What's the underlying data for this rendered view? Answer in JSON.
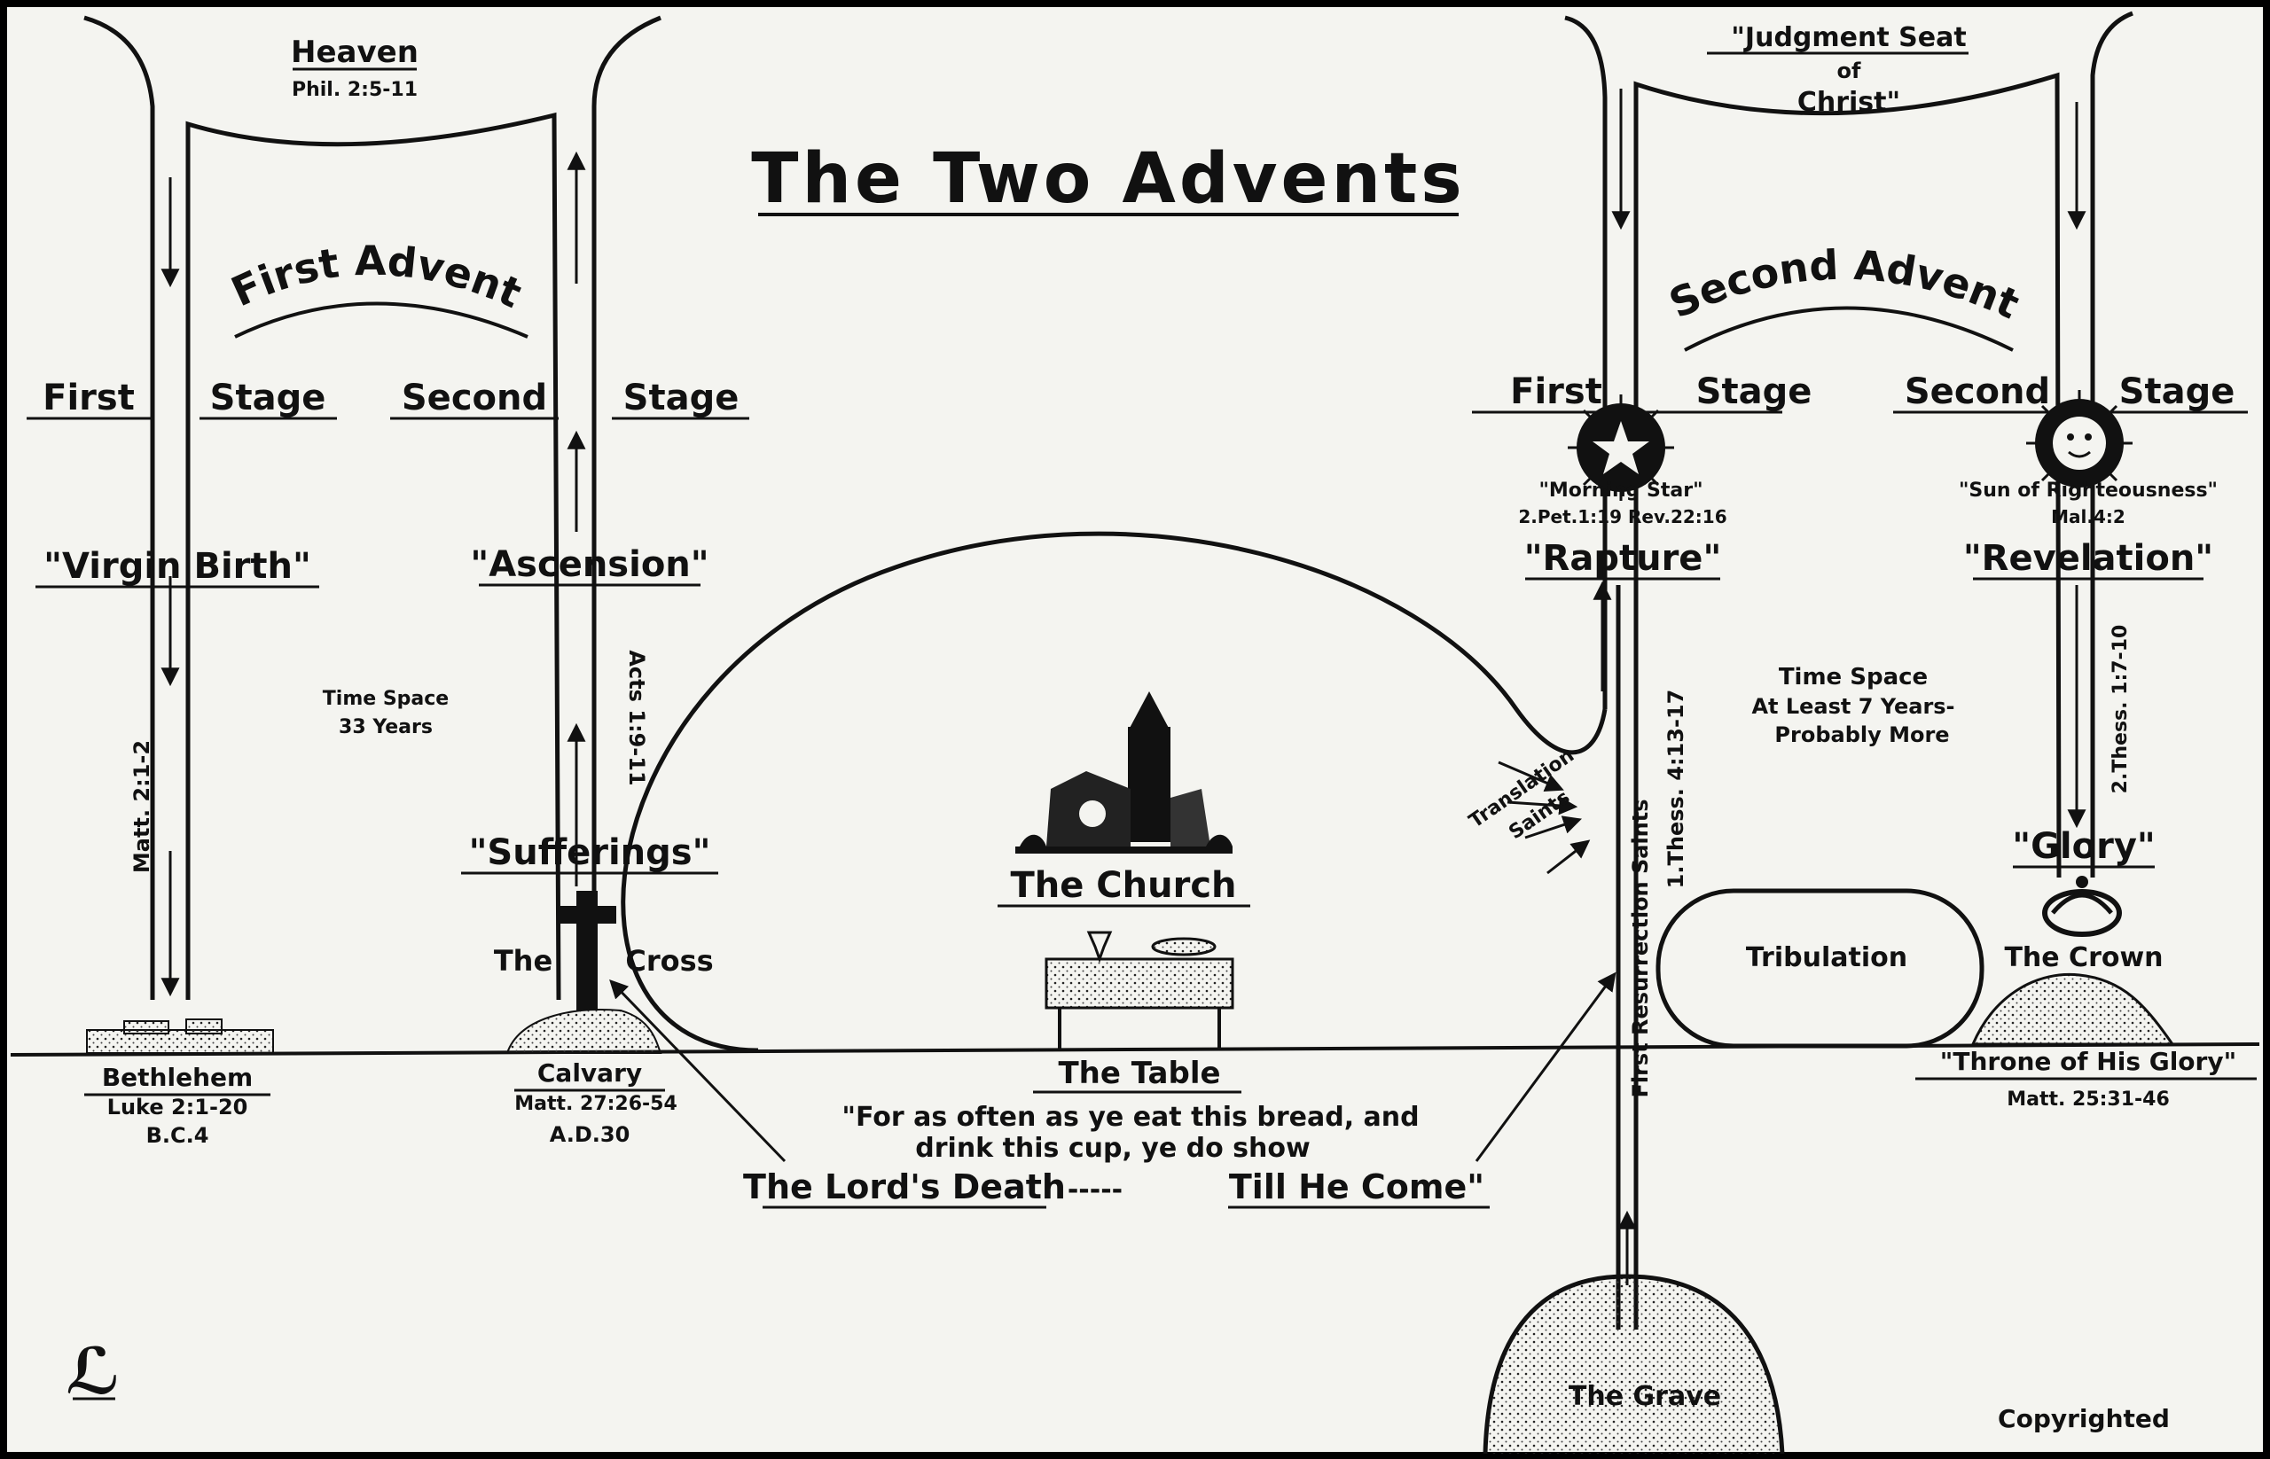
{
  "title": "The Two Advents",
  "heaven": {
    "label": "Heaven",
    "ref": "Phil. 2:5-11"
  },
  "judgment_seat": {
    "line1": "\"Judgment Seat",
    "line2": "of",
    "line3": "Christ\""
  },
  "first_advent": {
    "label": "First Advent",
    "stage1": [
      "First",
      "Stage"
    ],
    "stage2": [
      "Second",
      "Stage"
    ],
    "virgin_birth": "\"Virgin Birth\"",
    "ascension": "\"Ascension\"",
    "time_space": [
      "Time Space",
      "33 Years"
    ],
    "matt_ref": "Matt. 2:1-2",
    "acts_ref": "Acts 1:9-11",
    "sufferings": "\"Sufferings\"",
    "cross": [
      "The",
      "Cross"
    ]
  },
  "second_advent": {
    "label": "Second Advent",
    "stage1": [
      "First",
      "Stage"
    ],
    "stage2": [
      "Second",
      "Stage"
    ],
    "morning_star": "\"Morning Star\"",
    "morning_star_ref": "2.Pet.1:19 Rev.22:16",
    "sun": "\"Sun of Righteousness\"",
    "sun_ref": "Mal.4:2",
    "rapture": "\"Rapture\"",
    "revelation": "\"Revelation\"",
    "time_space": [
      "Time Space",
      "At Least 7 Years-",
      "Probably More"
    ],
    "translation_saints": [
      "Translation",
      "Saints"
    ],
    "first_resurrection": "First Resurrection Saints",
    "thess1": "1.Thess. 4:13-17",
    "thess2": "2.Thess. 1:7-10",
    "glory": "\"Glory\"",
    "crown": "The Crown",
    "tribulation": "Tribulation",
    "throne": "\"Throne of His Glory\"",
    "throne_ref": "Matt. 25:31-46"
  },
  "church": "The Church",
  "grave": "The Grave",
  "table": {
    "label": "The Table",
    "quote1": "\"For as often as ye eat this bread, and",
    "quote2": "drink this cup, ye do show",
    "quote3a": "The Lord's Death",
    "quote3b": "-----",
    "quote3c": "Till He Come\""
  },
  "bethlehem": {
    "label": "Bethlehem",
    "ref": "Luke 2:1-20",
    "date": "B.C.4"
  },
  "calvary": {
    "label": "Calvary",
    "ref": "Matt. 27:26-54",
    "date": "A.D.30"
  },
  "copyright": "Copyrighted",
  "colors": {
    "ink": "#111111",
    "paper": "#f4f4f0",
    "frame": "#000000"
  }
}
